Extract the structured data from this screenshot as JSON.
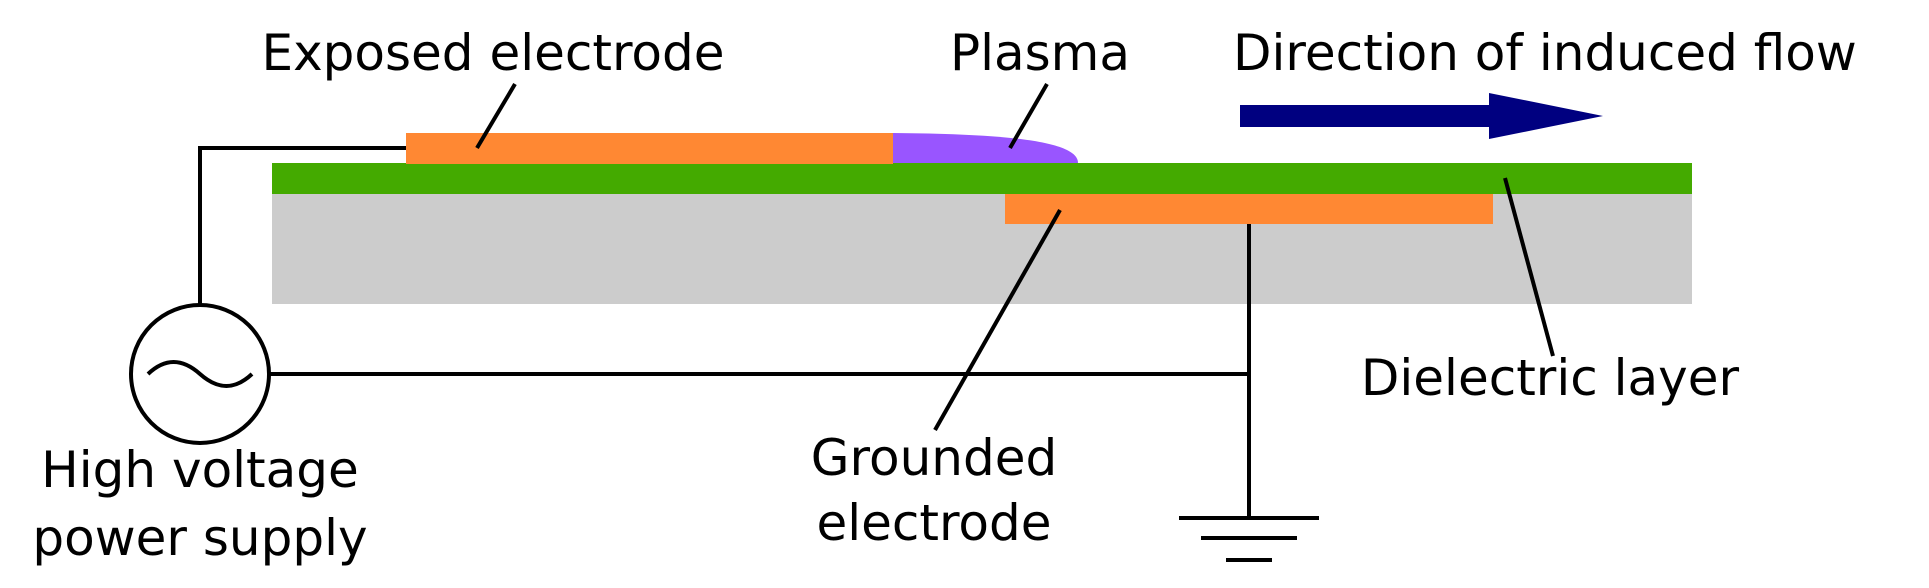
{
  "labels": {
    "exposed_electrode": "Exposed electrode",
    "plasma": "Plasma",
    "flow_direction": "Direction of induced flow",
    "dielectric_layer": "Dielectric layer",
    "power_supply_line1": "High voltage",
    "power_supply_line2": "power supply",
    "grounded_electrode_line1": "Grounded",
    "grounded_electrode_line2": "electrode"
  },
  "colors": {
    "electrode": "#FF8833",
    "plasma": "#9955FF",
    "dielectric": "#44AA00",
    "substrate": "#CCCCCC",
    "flow_arrow": "#000080",
    "wire": "#000000"
  },
  "icons": {
    "ac_source": "ac-source-icon",
    "ground": "ground-symbol-icon"
  }
}
